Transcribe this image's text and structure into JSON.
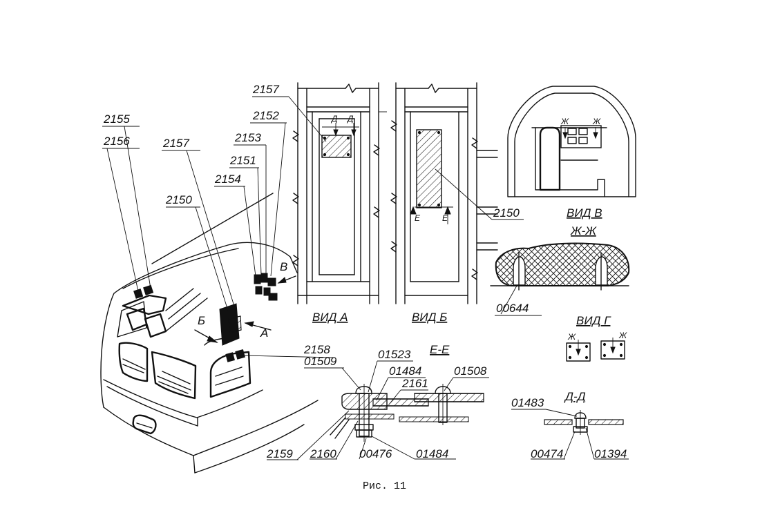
{
  "caption": "Рис. 11",
  "parts": {
    "p2155": "2155",
    "p2156": "2156",
    "p2157_left": "2157",
    "p2150_left": "2150",
    "p2157_top": "2157",
    "p2152": "2152",
    "p2153": "2153",
    "p2151": "2151",
    "p2154": "2154",
    "p2150_right": "2150",
    "p00644": "00644",
    "p2158": "2158",
    "p01509": "01509",
    "p01523": "01523",
    "p01484_top": "01484",
    "p2161": "2161",
    "p01508": "01508",
    "p2159": "2159",
    "p2160": "2160",
    "p00476": "00476",
    "p01484_bottom": "01484",
    "p01483": "01483",
    "p00474": "00474",
    "p01394": "01394"
  },
  "views": {
    "view_a": "ВИД А",
    "view_b": "ВИД Б",
    "view_v": "ВИД В",
    "view_g": "ВИД Г",
    "section_zh": "Ж-Ж",
    "section_e": "Е-Е",
    "section_d": "Д-Д"
  },
  "markers": {
    "arrow_b": "Б",
    "arrow_a": "А",
    "arrow_v": "В",
    "d1": "Д",
    "d2": "Д",
    "e1": "Е",
    "e2": "Е",
    "zh1": "Ж",
    "zh2": "Ж",
    "zh3": "Ж",
    "zh4": "Ж"
  }
}
